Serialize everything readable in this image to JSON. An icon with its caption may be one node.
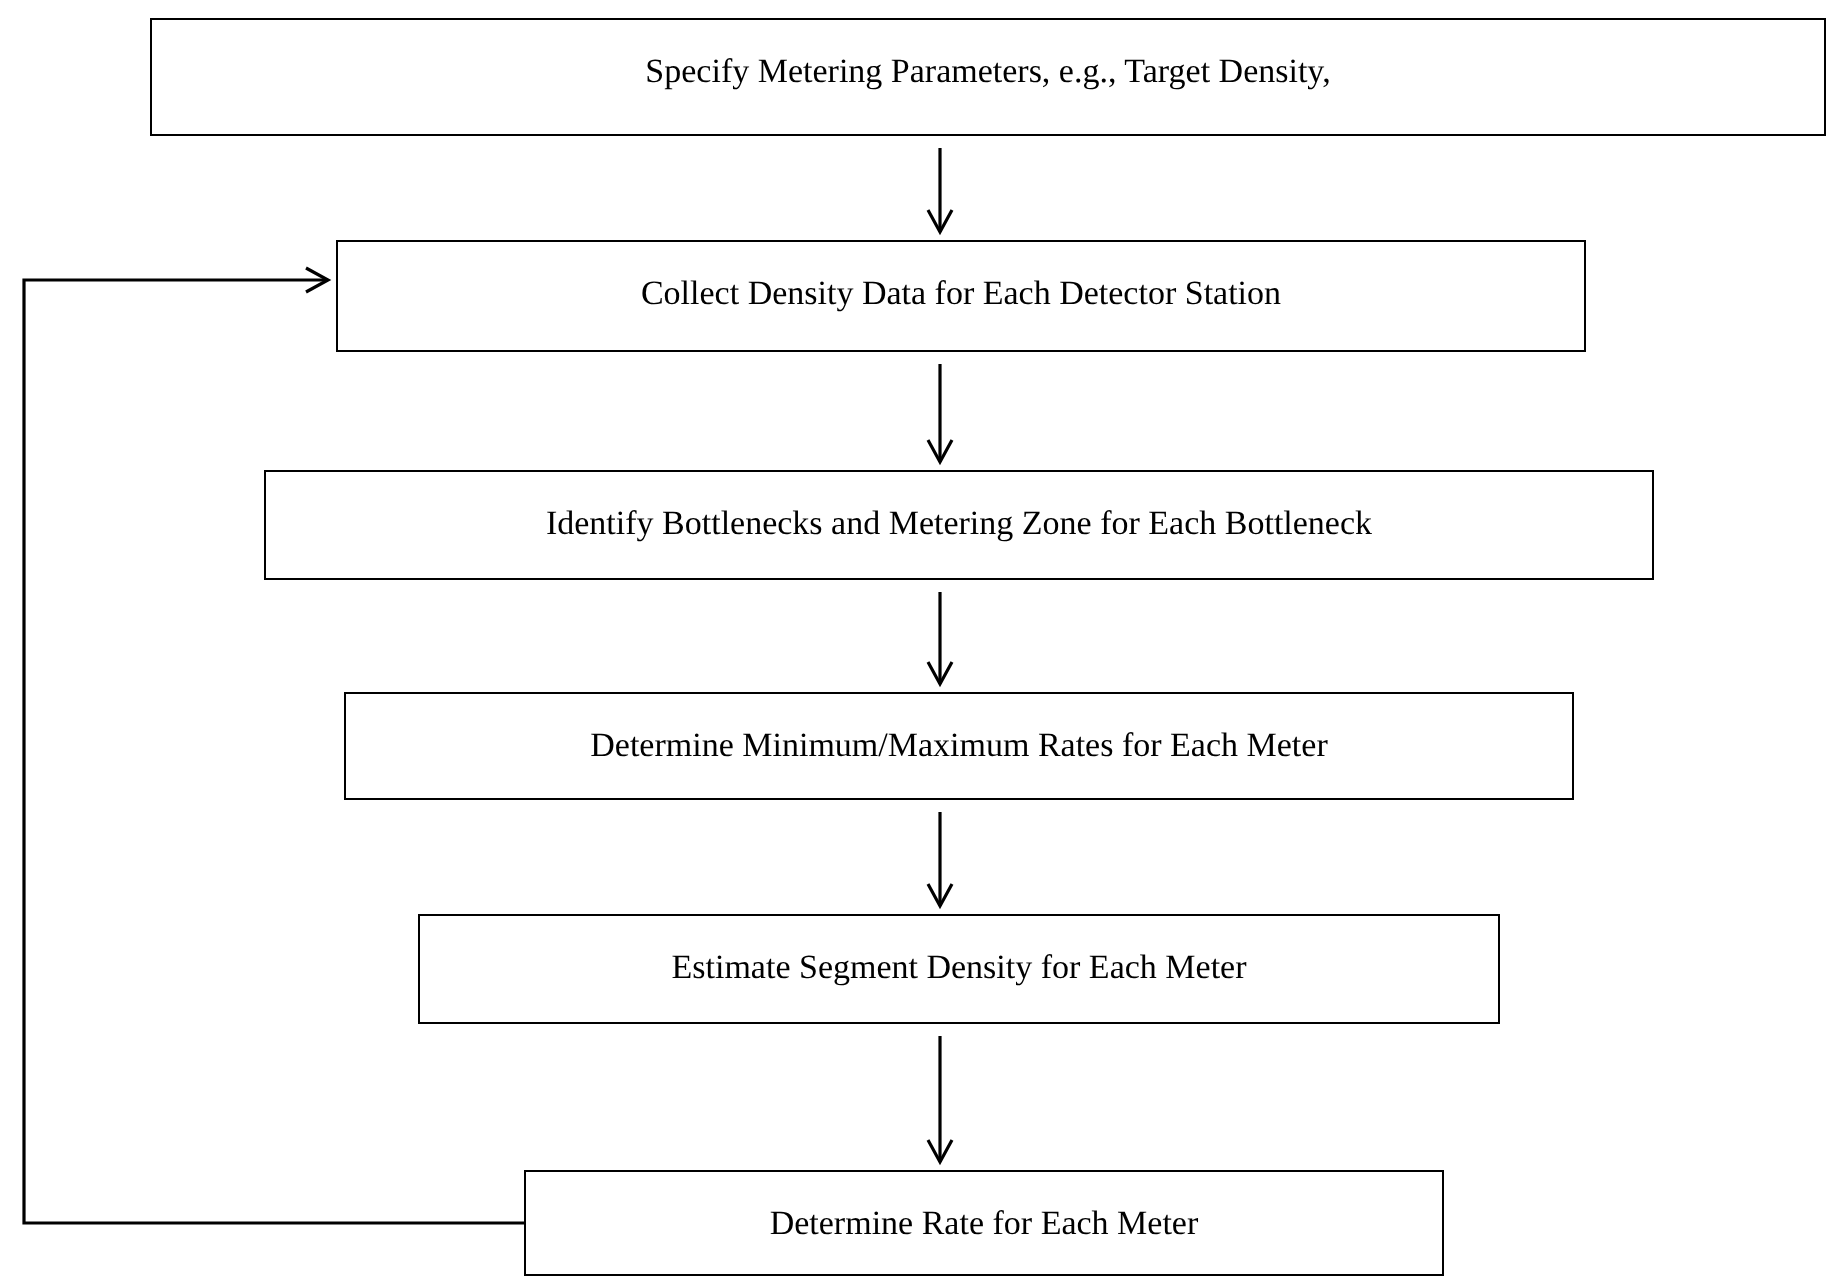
{
  "diagram": {
    "nodes": [
      {
        "text": [
          "Specify Metering Parameters, e.g., Target Density,"
        ]
      },
      {
        "text": [
          "Collect Density Data for Each Detector Station"
        ]
      },
      {
        "text": [
          "Identify Bottlenecks and Metering Zone for Each Bottleneck"
        ]
      },
      {
        "text": [
          "Determine Minimum/Maximum Rates for Each Meter"
        ]
      },
      {
        "text": [
          "Estimate Segment Density for Each Meter"
        ]
      },
      {
        "text": [
          "Determine Rate for Each Meter"
        ]
      }
    ],
    "edges": [
      {
        "from": 0,
        "to": 1,
        "arrow": "to"
      },
      {
        "from": 1,
        "to": 2,
        "arrow": "to"
      },
      {
        "from": 2,
        "to": 3,
        "arrow": "to"
      },
      {
        "from": 3,
        "to": 4,
        "arrow": "to"
      },
      {
        "from": 4,
        "to": 5,
        "arrow": "to"
      },
      {
        "from": 5,
        "to": 1,
        "arrow": "to"
      }
    ]
  }
}
